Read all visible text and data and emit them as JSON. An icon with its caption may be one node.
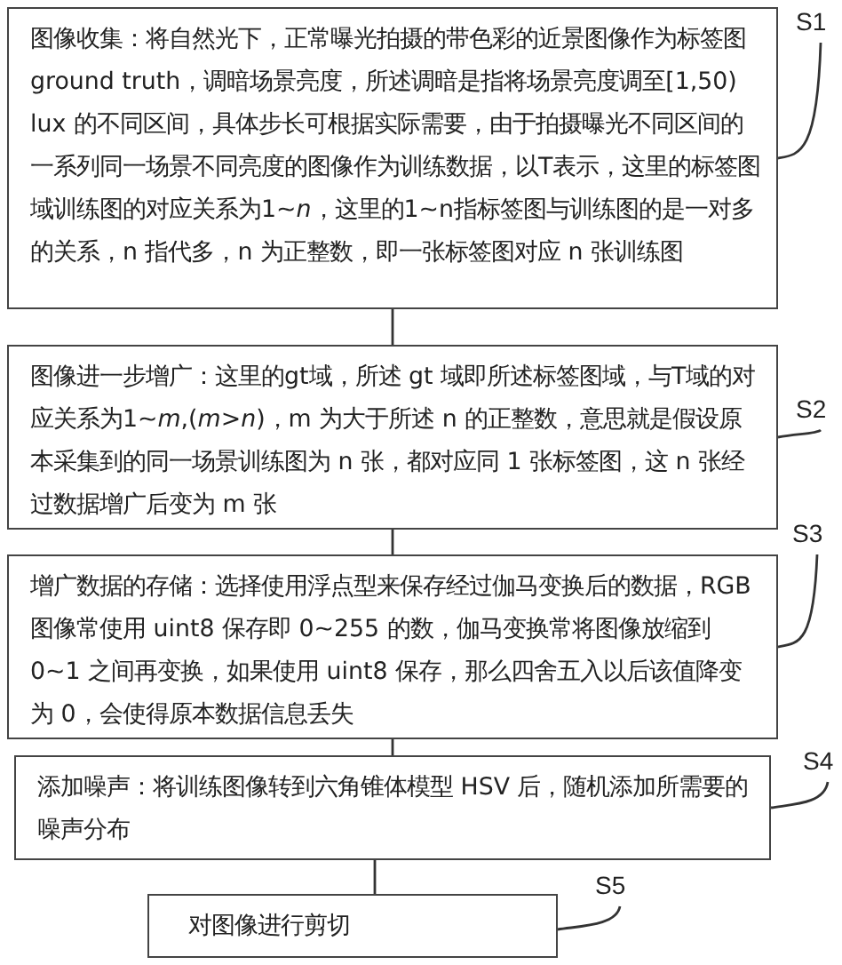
{
  "diagram": {
    "nodes": [
      {
        "text": [
          "图像收集：将自然光下，正常曝光拍摄的带色彩的近景图像作为标签图 ground truth，调暗场景亮度，所述调暗是指将场景亮度调至[1,50) lux 的不同区间，具体步长可根据实际需要，由于拍摄曝光不同区间的一系列同一场景不同亮度的图像作为训练数据，以T表示，这里的标签图域训练图的对应关系为1~*n*，这里的1~n指标签图与训练图的是一对多的关系，n 指代多，n 为正整数，即一张标签图对应 n 张训练图"
        ]
      },
      {
        "text": [
          "图像进一步增广：这里的gt域，所述 gt 域即所述标签图域，与T域的对应关系为1~*m*,(*m*>*n*)，m 为大于所述 n 的正整数，意思就是假设原本采集到的同一场景训练图为 n 张，都对应同 1 张标签图，这 n 张经过数据增广后变为 m 张"
        ]
      },
      {
        "text": [
          "增广数据的存储：选择使用浮点型来保存经过伽马变换后的数据，RGB 图像常使用 uint8 保存即 0~255 的数，伽马变换常将图像放缩到 0~1 之间再变换，如果使用 uint8 保存，那么四舍五入以后该值降变为 0，会使得原本数据信息丢失"
        ]
      },
      {
        "text": [
          "添加噪声：将训练图像转到六角锥体模型 HSV 后，随机添加所需要的噪声分布"
        ]
      },
      {
        "text": [
          "对图像进行剪切"
        ]
      },
      {
        "text": [
          "S1"
        ]
      },
      {
        "text": [
          "S2"
        ]
      },
      {
        "text": [
          "S3"
        ]
      },
      {
        "text": [
          "S4"
        ]
      },
      {
        "text": [
          "S5"
        ]
      }
    ],
    "edges": [
      {
        "from": 0,
        "to": 1,
        "arrow": "none"
      },
      {
        "from": 1,
        "to": 2,
        "arrow": "none"
      },
      {
        "from": 2,
        "to": 3,
        "arrow": "none"
      },
      {
        "from": 3,
        "to": 4,
        "arrow": "none"
      },
      {
        "from": 5,
        "to": 0,
        "arrow": "none"
      },
      {
        "from": 6,
        "to": 1,
        "arrow": "none"
      },
      {
        "from": 7,
        "to": 2,
        "arrow": "none"
      },
      {
        "from": 8,
        "to": 3,
        "arrow": "none"
      },
      {
        "from": 9,
        "to": 4,
        "arrow": "none"
      }
    ]
  }
}
